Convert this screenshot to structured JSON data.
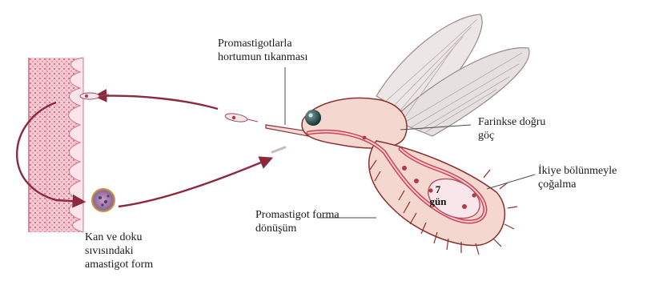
{
  "diagram": {
    "labels": {
      "blockage": [
        "Promastigotlarla",
        "hortumun tıkanması"
      ],
      "pharynx_migration": [
        "Farinkse doğru",
        "göç"
      ],
      "binary_fission": [
        "İkiye bölünmeyle",
        "çoğalma"
      ],
      "promastigote_transform": [
        "Promastigot forma",
        "dönüşüm"
      ],
      "amastigote": [
        "Kan ve doku",
        "sıvısındaki",
        "amastigot form"
      ],
      "days": [
        "7",
        "gün"
      ]
    },
    "colors": {
      "arrow": "#8b2a3e",
      "tissue": "#e8a0b0",
      "dots": "#c0304a",
      "insect_body": "#f4d8d0",
      "insect_outline": "#8a3030",
      "gut": "#c84858",
      "wing": "#d8d0d0",
      "leader": "#4a4a4a"
    },
    "icons": [
      "tissue-strip-icon",
      "amastigote-cell-icon",
      "promastigote-cell-icon",
      "sandfly-icon"
    ]
  }
}
